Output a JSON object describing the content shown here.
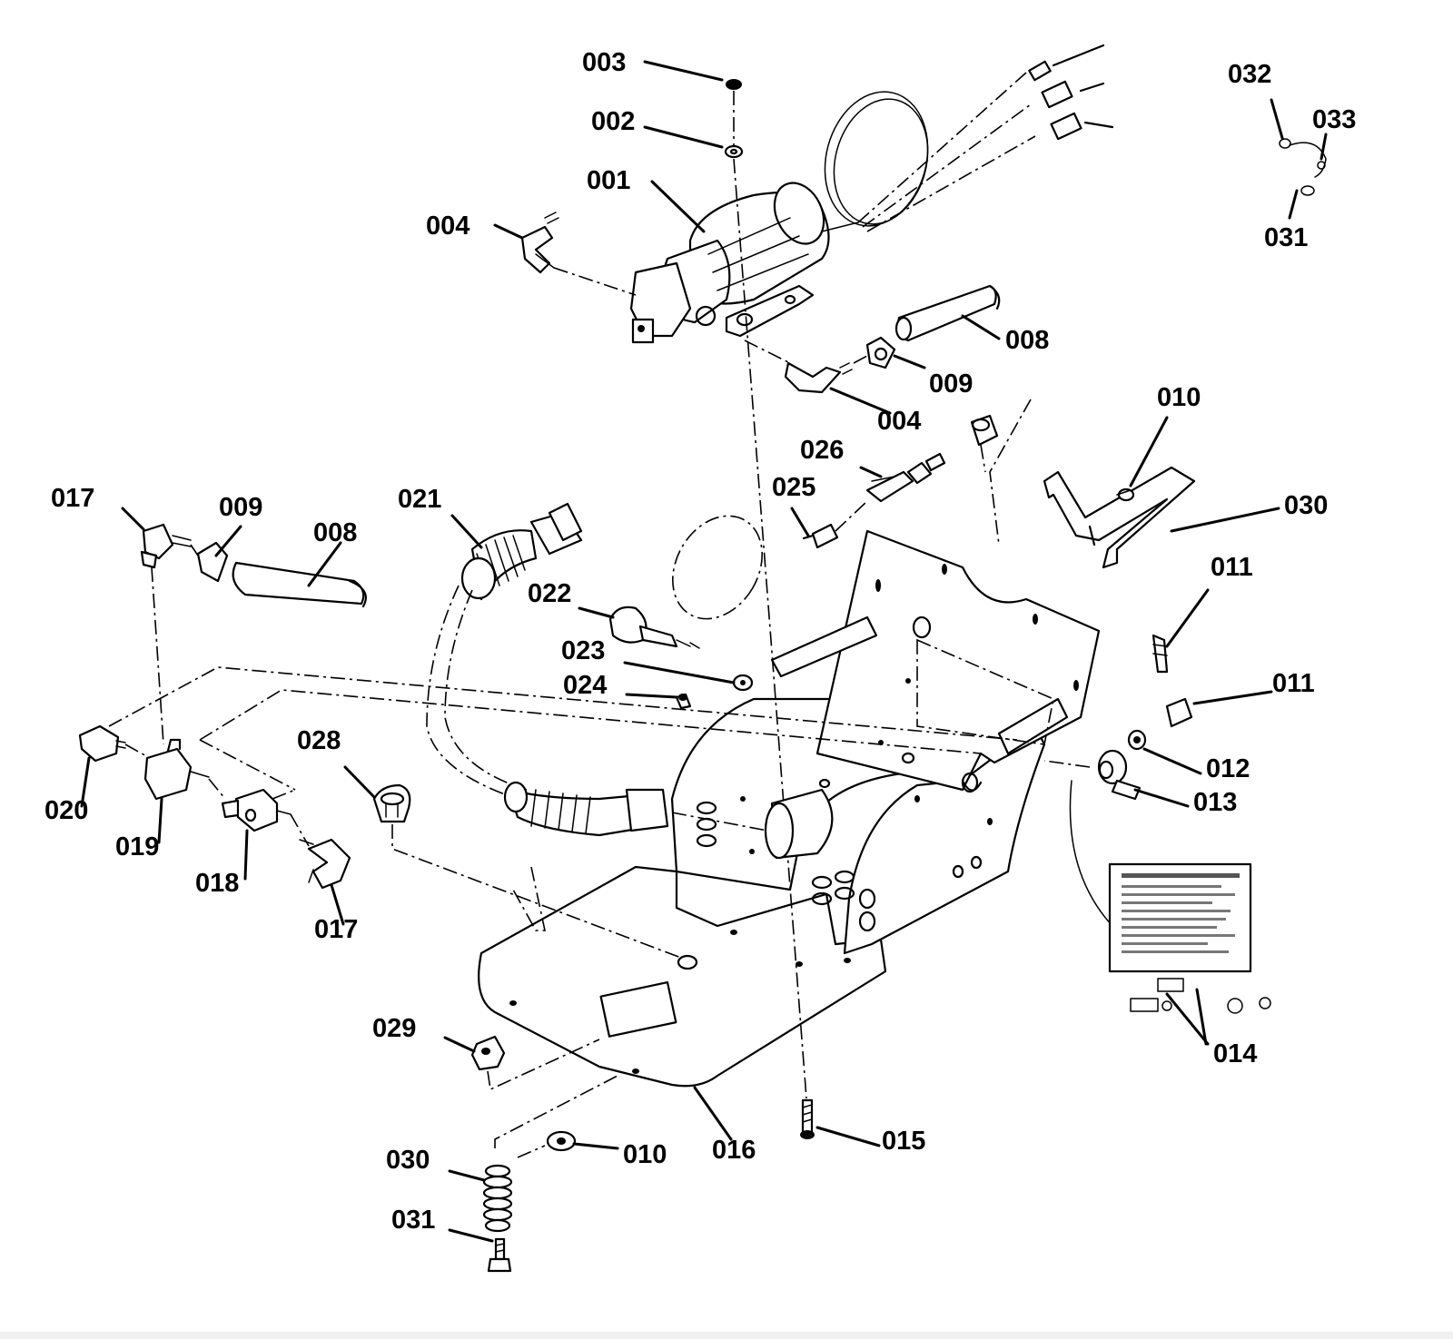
{
  "labels": {
    "l001": "001",
    "l002": "002",
    "l003": "003",
    "l004a": "004",
    "l004b": "004",
    "l008a": "008",
    "l008b": "008",
    "l009a": "009",
    "l009b": "009",
    "l010a": "010",
    "l010b": "010",
    "l011a": "011",
    "l011b": "011",
    "l012": "012",
    "l013": "013",
    "l014": "014",
    "l015": "015",
    "l016": "016",
    "l017a": "017",
    "l017b": "017",
    "l018": "018",
    "l019": "019",
    "l020": "020",
    "l021": "021",
    "l022": "022",
    "l023": "023",
    "l024": "024",
    "l025": "025",
    "l026": "026",
    "l028": "028",
    "l029": "029",
    "l030a": "030",
    "l030b": "030",
    "l031a": "031",
    "l031b": "031",
    "l032": "032",
    "l033": "033"
  }
}
